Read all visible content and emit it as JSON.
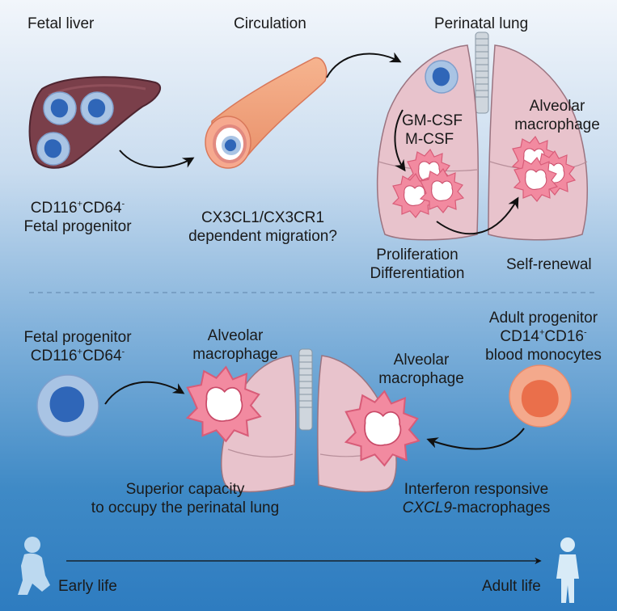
{
  "top": {
    "fetal_liver_title": "Fetal liver",
    "circulation_title": "Circulation",
    "perinatal_lung_title": "Perinatal lung",
    "progenitor_line1": {
      "a": "CD116",
      "a_sup": "+",
      "b": "CD64",
      "b_sup": "-"
    },
    "progenitor_line2": "Fetal progenitor",
    "migration_line1": "CX3CL1/CX3CR1",
    "migration_line2": "dependent migration?",
    "gm_csf": "GM-CSF",
    "m_csf": "M-CSF",
    "alveolar_line1": "Alveolar",
    "alveolar_line2": "macrophage",
    "proliferation": "Proliferation",
    "differentiation": "Differentiation",
    "self_renewal": "Self-renewal"
  },
  "bottom": {
    "fetal_progenitor_line1": "Fetal progenitor",
    "fetal_progenitor_line2": {
      "a": "CD116",
      "a_sup": "+",
      "b": "CD64",
      "b_sup": "-"
    },
    "left_am_line1": "Alveolar",
    "left_am_line2": "macrophage",
    "right_am_line1": "Alveolar",
    "right_am_line2": "macrophage",
    "adult_line1": "Adult progenitor",
    "adult_line2": {
      "a": "CD14",
      "a_sup": "+",
      "b": "CD16",
      "b_sup": "-"
    },
    "adult_line3": "blood monocytes",
    "superior_line1": "Superior capacity",
    "superior_line2": "to occupy the perinatal lung",
    "interferon_line1": "Interferon responsive",
    "cxcl9_italic": "CXCL9",
    "cxcl9_rest": "-macrophages"
  },
  "timeline": {
    "early_life": "Early life",
    "adult_life": "Adult life"
  },
  "colors": {
    "liver": "#7a3f4a",
    "vessel": "#f0a07c",
    "lung": "#e8c3cc",
    "macrophage_pink": "#f07f96",
    "fetal_cell_blue": "#3f76c6",
    "monocyte_orange": "#ef7a55"
  },
  "icons": [
    "child-silhouette-icon",
    "adult-silhouette-icon"
  ]
}
